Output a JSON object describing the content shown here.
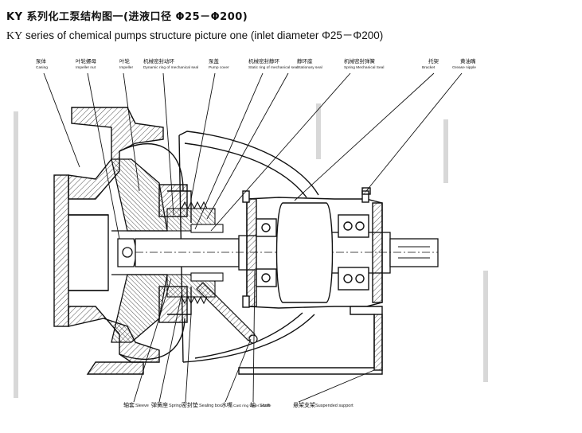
{
  "title": {
    "cn": "KY 系列化工泵结构图一(进液口径 Φ25－Φ200)",
    "en_prefix": "KY",
    "en": " series of chemical pumps structure picture one (inlet diameter Φ25－Φ200)"
  },
  "top_labels": [
    {
      "cn": "泵体",
      "en": "Casing"
    },
    {
      "cn": "叶轮螺母",
      "en": "Impeller nut"
    },
    {
      "cn": "叶轮",
      "en": "Impeller"
    },
    {
      "cn": "机械密封动环",
      "en": "Dynamic ring of mechanical seal"
    },
    {
      "cn": "泵盖",
      "en": "Pump cover"
    },
    {
      "cn": "机械密封静环",
      "en": "Static ring of mechanical seal"
    },
    {
      "cn": "静环座",
      "en": "Stationary seal"
    },
    {
      "cn": "机械密封弹簧",
      "en": "Spring Mechanical Seal"
    },
    {
      "cn": "托架",
      "en": "Bracket"
    },
    {
      "cn": "黄油嘴",
      "en": "Grease nipple"
    }
  ],
  "bottom_labels": [
    {
      "cn": "轴套",
      "en": "Sleeve"
    },
    {
      "cn": "弹簧座",
      "en": "Spring"
    },
    {
      "cn": "密封垫",
      "en": "Sealing box"
    },
    {
      "cn": "水嘴",
      "en": "Cast ring water nozzle"
    },
    {
      "cn": "轴",
      "en": "Shaft"
    },
    {
      "cn": "悬架支架",
      "en": "Suspended support"
    }
  ]
}
